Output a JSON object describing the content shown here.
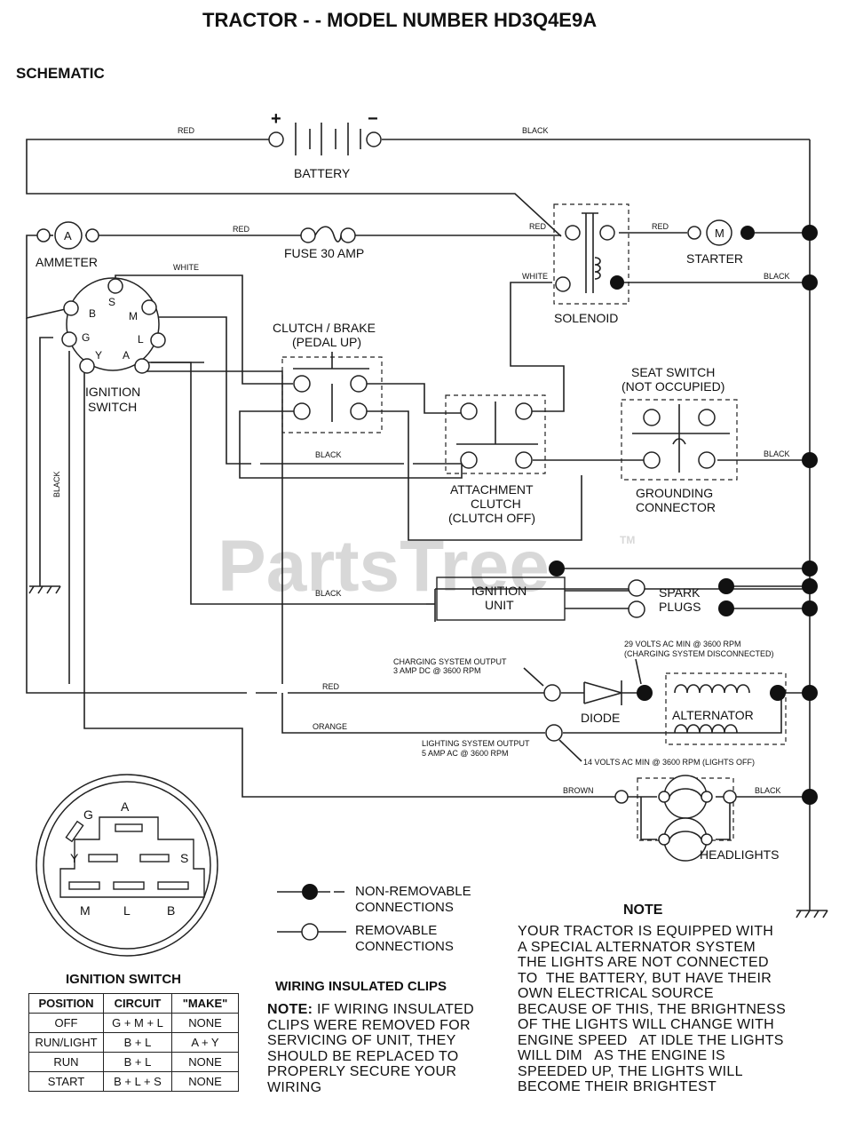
{
  "header": {
    "title": "TRACTOR - - MODEL NUMBER HD3Q4E9A",
    "section": "SCHEMATIC"
  },
  "watermark": {
    "text": "PartsTree",
    "tm": "TM"
  },
  "components": {
    "battery": "BATTERY",
    "battery_pos": "+",
    "battery_neg": "−",
    "ammeter": "AMMETER",
    "ammeter_symbol": "A",
    "fuse": "FUSE 30 AMP",
    "starter": "STARTER",
    "starter_symbol": "M",
    "solenoid": "SOLENOID",
    "ignition_switch": [
      "IGNITION",
      "SWITCH"
    ],
    "clutch_brake": [
      "CLUTCH / BRAKE",
      "(PEDAL UP)"
    ],
    "seat_switch": [
      "SEAT SWITCH",
      "(NOT OCCUPIED)"
    ],
    "grounding_connector": [
      "GROUNDING",
      "CONNECTOR"
    ],
    "attachment_clutch": [
      "ATTACHMENT",
      "CLUTCH",
      "(CLUTCH OFF)"
    ],
    "ignition_unit": [
      "IGNITION",
      "UNIT"
    ],
    "spark_plugs": [
      "SPARK",
      "PLUGS"
    ],
    "diode": "DIODE",
    "alternator": "ALTERNATOR",
    "headlights": "HEADLIGHTS",
    "switch_terminals": {
      "B": "B",
      "S": "S",
      "M": "M",
      "G": "G",
      "L": "L",
      "Y": "Y",
      "A": "A"
    }
  },
  "wires": {
    "red": "RED",
    "black": "BLACK",
    "white": "WHITE",
    "orange": "ORANGE",
    "brown": "BROWN"
  },
  "annotations": {
    "charging_output": [
      "CHARGING SYSTEM OUTPUT",
      "3 AMP DC @ 3600 RPM"
    ],
    "volts_29": [
      "29 VOLTS AC MIN @ 3600 RPM",
      "(CHARGING SYSTEM DISCONNECTED)"
    ],
    "lighting_output": [
      "LIGHTING SYSTEM OUTPUT",
      "5 AMP AC @ 3600 RPM"
    ],
    "volts_14": "14 VOLTS AC MIN @ 3600 RPM (LIGHTS OFF)"
  },
  "legend": {
    "non_removable": [
      "NON-REMOVABLE",
      "CONNECTIONS"
    ],
    "removable": [
      "REMOVABLE",
      "CONNECTIONS"
    ]
  },
  "ignition_table": {
    "title": "IGNITION SWITCH",
    "headers": [
      "POSITION",
      "CIRCUIT",
      "\"MAKE\""
    ],
    "rows": [
      [
        "OFF",
        "G + M + L",
        "NONE"
      ],
      [
        "RUN/LIGHT",
        "B + L",
        "A + Y"
      ],
      [
        "RUN",
        "B + L",
        "NONE"
      ],
      [
        "START",
        "B + L + S",
        "NONE"
      ]
    ]
  },
  "clips": {
    "title": "WIRING INSULATED CLIPS",
    "note_label": "NOTE:",
    "note_text": " IF WIRING INSULATED\nCLIPS WERE REMOVED FOR\nSERVICING OF UNIT, THEY\nSHOULD BE REPLACED TO\nPROPERLY SECURE YOUR\nWIRING"
  },
  "note": {
    "title": "NOTE",
    "text": "YOUR TRACTOR IS EQUIPPED WITH\nA SPECIAL ALTERNATOR SYSTEM\nTHE LIGHTS ARE NOT CONNECTED\nTO  THE BATTERY, BUT HAVE THEIR\nOWN ELECTRICAL SOURCE\nBECAUSE OF THIS, THE BRIGHTNESS\nOF THE LIGHTS WILL CHANGE WITH\nENGINE SPEED   AT IDLE THE LIGHTS\nWILL DIM   AS THE ENGINE IS\nSPEEDED UP, THE LIGHTS WILL\nBECOME THEIR BRIGHTEST"
  }
}
